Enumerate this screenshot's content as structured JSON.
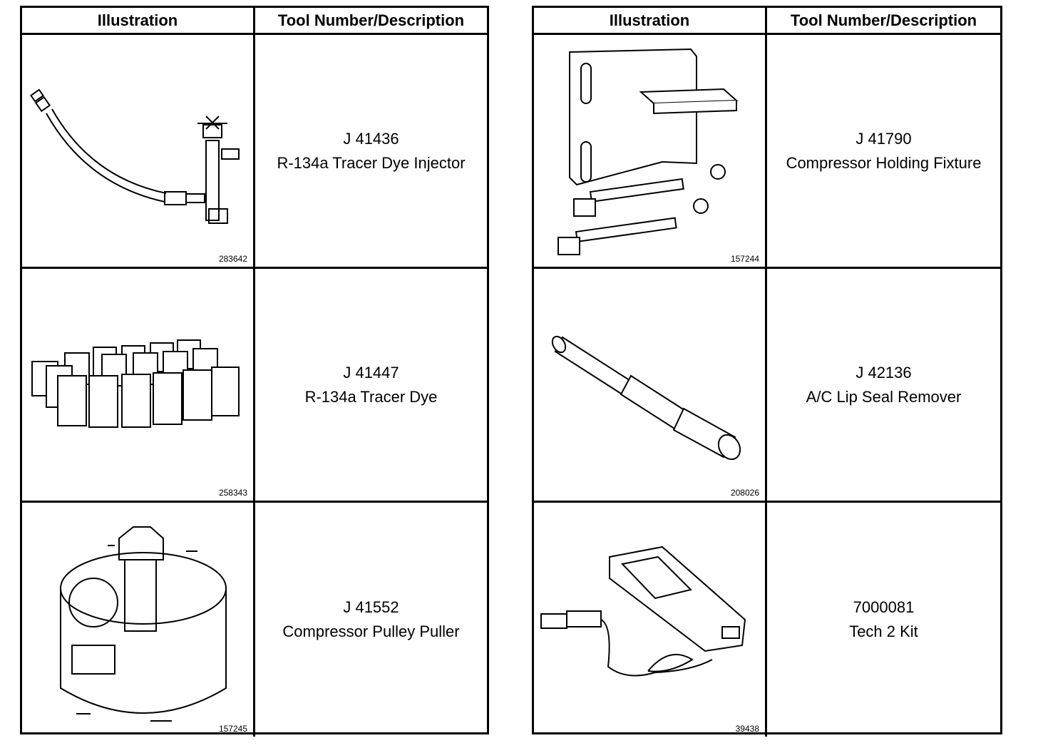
{
  "tables": [
    {
      "header": {
        "illustration": "Illustration",
        "tool": "Tool Number/Description"
      },
      "rows": [
        {
          "figure": "283642",
          "number": "J 41436",
          "description": "R-134a Tracer Dye Injector",
          "image": "dye-injector-hose-icon"
        },
        {
          "figure": "258343",
          "number": "J 41447",
          "description": "R-134a Tracer Dye",
          "image": "dye-bottles-icon"
        },
        {
          "figure": "157245",
          "number": "J 41552",
          "description": "Compressor Pulley Puller",
          "image": "pulley-puller-icon"
        }
      ]
    },
    {
      "header": {
        "illustration": "Illustration",
        "tool": "Tool Number/Description"
      },
      "rows": [
        {
          "figure": "157244",
          "number": "J 41790",
          "description": "Compressor Holding Fixture",
          "image": "holding-fixture-icon"
        },
        {
          "figure": "208026",
          "number": "J 42136",
          "description": "A/C Lip Seal Remover",
          "image": "seal-remover-icon"
        },
        {
          "figure": "39438",
          "number": "7000081",
          "description": "Tech 2 Kit",
          "image": "tech2-scanner-icon"
        }
      ]
    }
  ]
}
